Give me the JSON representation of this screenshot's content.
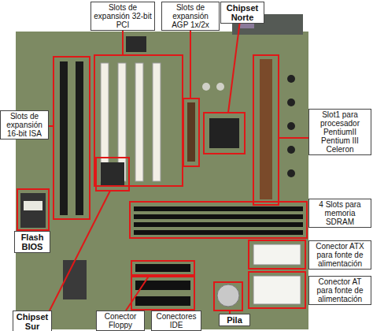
{
  "diagram": {
    "nodes": [
      {
        "text": [
          "Slots de expansión 32-bit PCI"
        ]
      },
      {
        "text": [
          "Slots de expansión AGP 1x/2x"
        ]
      },
      {
        "text": [
          "Chipset Norte"
        ]
      },
      {
        "text": [
          "Slots de expansión 16-bit ISA"
        ]
      },
      {
        "text": [
          "Slot1 para procesador PentiumII Pentium III Celeron"
        ]
      },
      {
        "text": [
          "4 Slots para memoria SDRAM"
        ]
      },
      {
        "text": [
          "Flash BIOS"
        ]
      },
      {
        "text": [
          "Conector ATX para fonte de alimentación"
        ]
      },
      {
        "text": [
          "Conector AT para fonte de alimentación"
        ]
      },
      {
        "text": [
          "Chipset Sur"
        ]
      },
      {
        "text": [
          "Conector Floppy"
        ]
      },
      {
        "text": [
          "Conectores IDE"
        ]
      },
      {
        "text": [
          "Pila"
        ]
      }
    ]
  }
}
